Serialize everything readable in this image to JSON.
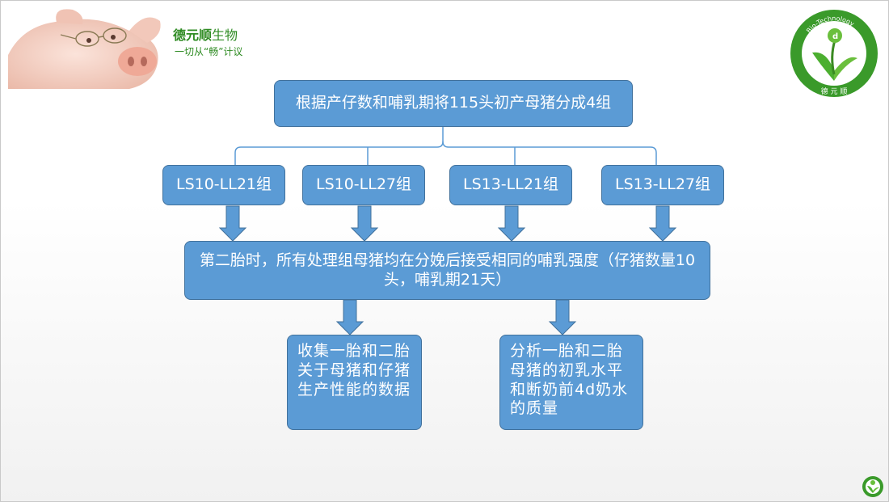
{
  "header": {
    "brand_main": "德元顺",
    "brand_sub": "生物",
    "slogan": "一切从“畅”计议"
  },
  "logo": {
    "ring_text": "Bio-Technology",
    "bottom_text": "德 元 顺",
    "accent_color": "#3a9a2a"
  },
  "diagram": {
    "top": "根据产仔数和哺乳期将115头初产母猪分成4组",
    "groups": [
      "LS10-LL21组",
      "LS10-LL27组",
      "LS13-LL21组",
      "LS13-LL27组"
    ],
    "middle": "第二胎时，所有处理组母猪均在分娩后接受相同的哺乳强度（仔猪数量10头，哺乳期21天）",
    "outcomes": [
      "收集一胎和二胎关于母猪和仔猪生产性能的数据",
      "分析一胎和二胎母猪的初乳水平和断奶前4d奶水的质量"
    ],
    "box_color": "#5b9bd5",
    "line_color": "#5b9bd5"
  }
}
